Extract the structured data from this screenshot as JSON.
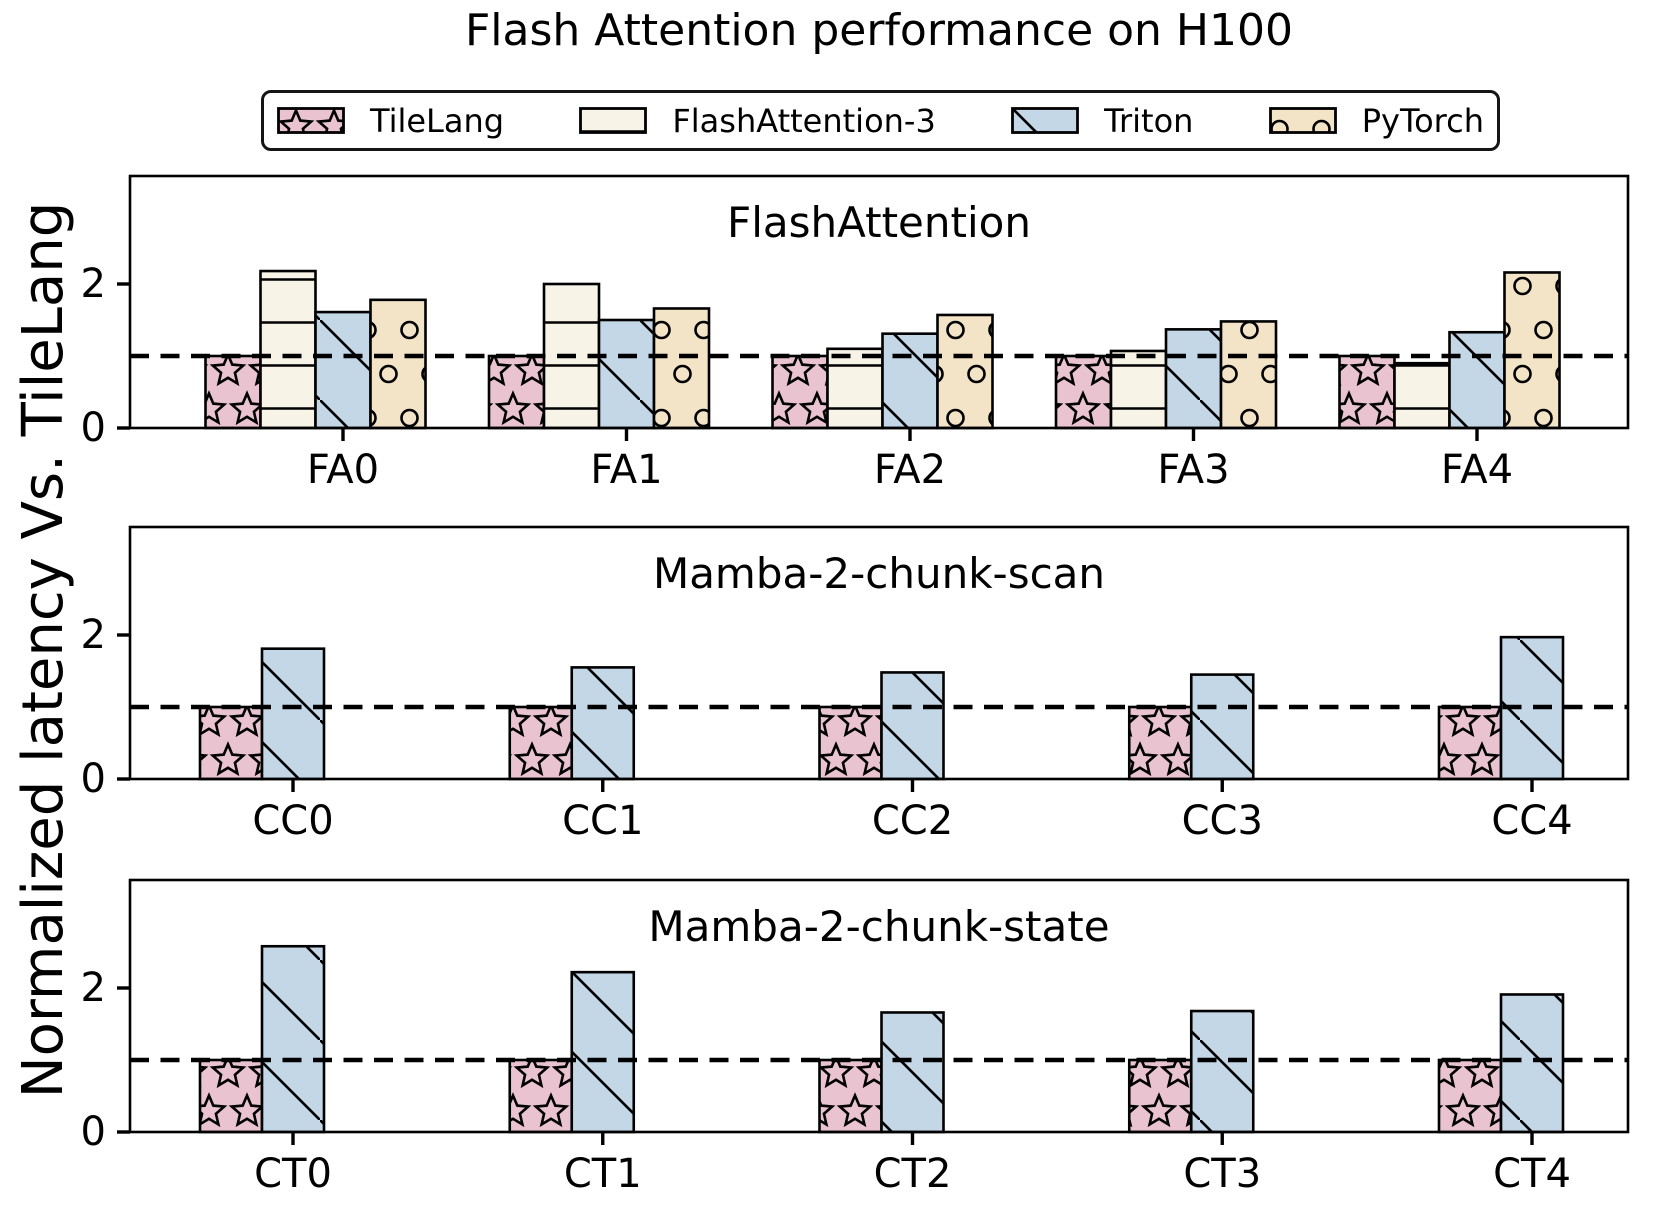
{
  "title": "Flash Attention performance on H100",
  "ylabel": "Normalized latency Vs. TileLang",
  "legend": {
    "entries": [
      {
        "label": "TileLang",
        "color": "#e9c4d0",
        "hatch": "star"
      },
      {
        "label": "FlashAttention-3",
        "color": "#f7f3e7",
        "hatch": "hline"
      },
      {
        "label": "Triton",
        "color": "#c4d7e7",
        "hatch": "diag"
      },
      {
        "label": "PyTorch",
        "color": "#f3e3c7",
        "hatch": "circle"
      }
    ]
  },
  "colors": {
    "TileLang": "#e9c4d0",
    "FlashAttention-3": "#f7f3e7",
    "Triton": "#c4d7e7",
    "PyTorch": "#f3e3c7",
    "edge": "#000000",
    "baseline": "#000000"
  },
  "hatches": {
    "TileLang": "star",
    "FlashAttention-3": "hline",
    "Triton": "diag",
    "PyTorch": "circle"
  },
  "chart_data": [
    {
      "type": "bar",
      "title": "FlashAttention",
      "categories": [
        "FA0",
        "FA1",
        "FA2",
        "FA3",
        "FA4"
      ],
      "series": [
        {
          "name": "TileLang",
          "values": [
            1.0,
            1.0,
            1.0,
            1.0,
            1.0
          ]
        },
        {
          "name": "FlashAttention-3",
          "values": [
            2.18,
            2.0,
            1.1,
            1.07,
            0.9
          ]
        },
        {
          "name": "Triton",
          "values": [
            1.61,
            1.5,
            1.31,
            1.37,
            1.33
          ]
        },
        {
          "name": "PyTorch",
          "values": [
            1.78,
            1.66,
            1.57,
            1.48,
            2.16
          ]
        }
      ],
      "ylim": [
        0,
        3.5
      ],
      "yticks": [
        0,
        2
      ],
      "baseline": 1,
      "grid": false,
      "legend_position": "above-figure"
    },
    {
      "type": "bar",
      "title": "Mamba-2-chunk-scan",
      "categories": [
        "CC0",
        "CC1",
        "CC2",
        "CC3",
        "CC4"
      ],
      "series": [
        {
          "name": "TileLang",
          "values": [
            1.0,
            1.0,
            1.0,
            1.0,
            1.0
          ]
        },
        {
          "name": "Triton",
          "values": [
            1.81,
            1.55,
            1.48,
            1.45,
            1.97
          ]
        }
      ],
      "ylim": [
        0,
        3.5
      ],
      "yticks": [
        0,
        2
      ],
      "baseline": 1,
      "grid": false
    },
    {
      "type": "bar",
      "title": "Mamba-2-chunk-state",
      "categories": [
        "CT0",
        "CT1",
        "CT2",
        "CT3",
        "CT4"
      ],
      "series": [
        {
          "name": "TileLang",
          "values": [
            1.0,
            1.0,
            1.0,
            1.0,
            1.0
          ]
        },
        {
          "name": "Triton",
          "values": [
            2.58,
            2.22,
            1.66,
            1.68,
            1.91
          ]
        }
      ],
      "ylim": [
        0,
        3.5
      ],
      "yticks": [
        0,
        2
      ],
      "baseline": 1,
      "grid": false
    }
  ]
}
